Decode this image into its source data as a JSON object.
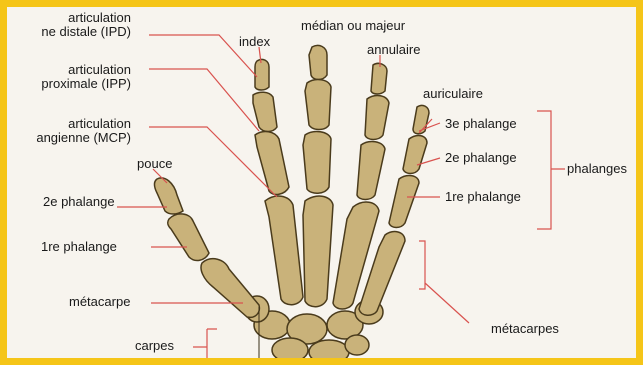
{
  "labels": {
    "ipd_line1": "articulation",
    "ipd_line2": "ne distale (IPD)",
    "ipp_line1": "articulation",
    "ipp_line2": "proximale (IPP)",
    "mcp_line1": "articulation",
    "mcp_line2": "angienne (MCP)",
    "pouce": "pouce",
    "phalange2_left": "2e phalange",
    "phalange1_left": "1re phalange",
    "metacarpe": "métacarpe",
    "carpes": "carpes",
    "index": "index",
    "median": "médian ou majeur",
    "annulaire": "annulaire",
    "auriculaire": "auriculaire",
    "phalange3_right": "3e phalange",
    "phalange2_right": "2e phalange",
    "phalange1_right": "1re phalange",
    "phalanges": "phalanges",
    "metacarpes": "métacarpes"
  },
  "colors": {
    "frame": "#f5c518",
    "bone": "#c9b27a",
    "bone_outline": "#4a3b1c",
    "leader_line": "#d9534f",
    "background": "#f7f4ee"
  }
}
